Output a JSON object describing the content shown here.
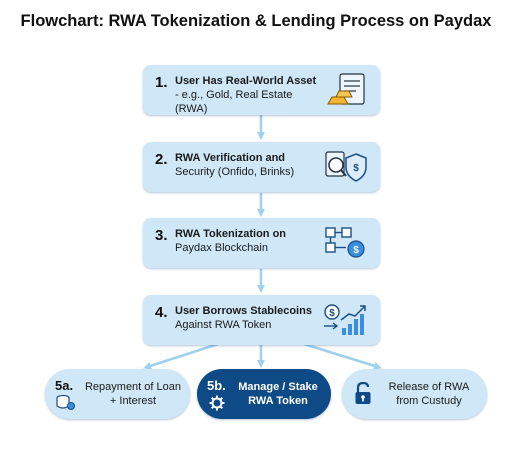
{
  "title": "Flowchart: RWA Tokenization & Lending Process on Paydax",
  "steps": [
    {
      "num": "1.",
      "line1": "User Has Real-World Asset",
      "line2": "- e.g., Gold, Real Estate (RWA)",
      "icon": "gold-bars-document-icon"
    },
    {
      "num": "2.",
      "line1": "RWA Verification and",
      "line2": "Security (Onfido, Brinks)",
      "icon": "magnifier-shield-icon"
    },
    {
      "num": "3.",
      "line1": "RWA Tokenization on",
      "line2": "Paydax Blockchain",
      "icon": "blockchain-token-icon"
    },
    {
      "num": "4.",
      "line1": "User Borrows Stablecoins",
      "line2": "Against RWA Token",
      "icon": "dollar-growth-chart-icon"
    }
  ],
  "outcomes": [
    {
      "num": "5a.",
      "line1": "Repayment of Loan",
      "line2": "+ Interest",
      "icon": "coin-stack-icon"
    },
    {
      "num": "5b.",
      "line1": "Manage / Stake",
      "line2": "RWA Token",
      "icon": "gear-icon"
    },
    {
      "num": "",
      "line1": "Release of RWA",
      "line2": "from Custudy",
      "icon": "unlock-icon"
    }
  ],
  "colors": {
    "box": "#cfe7f7",
    "accent": "#0d4a86",
    "arrow": "#9fd0ee"
  }
}
